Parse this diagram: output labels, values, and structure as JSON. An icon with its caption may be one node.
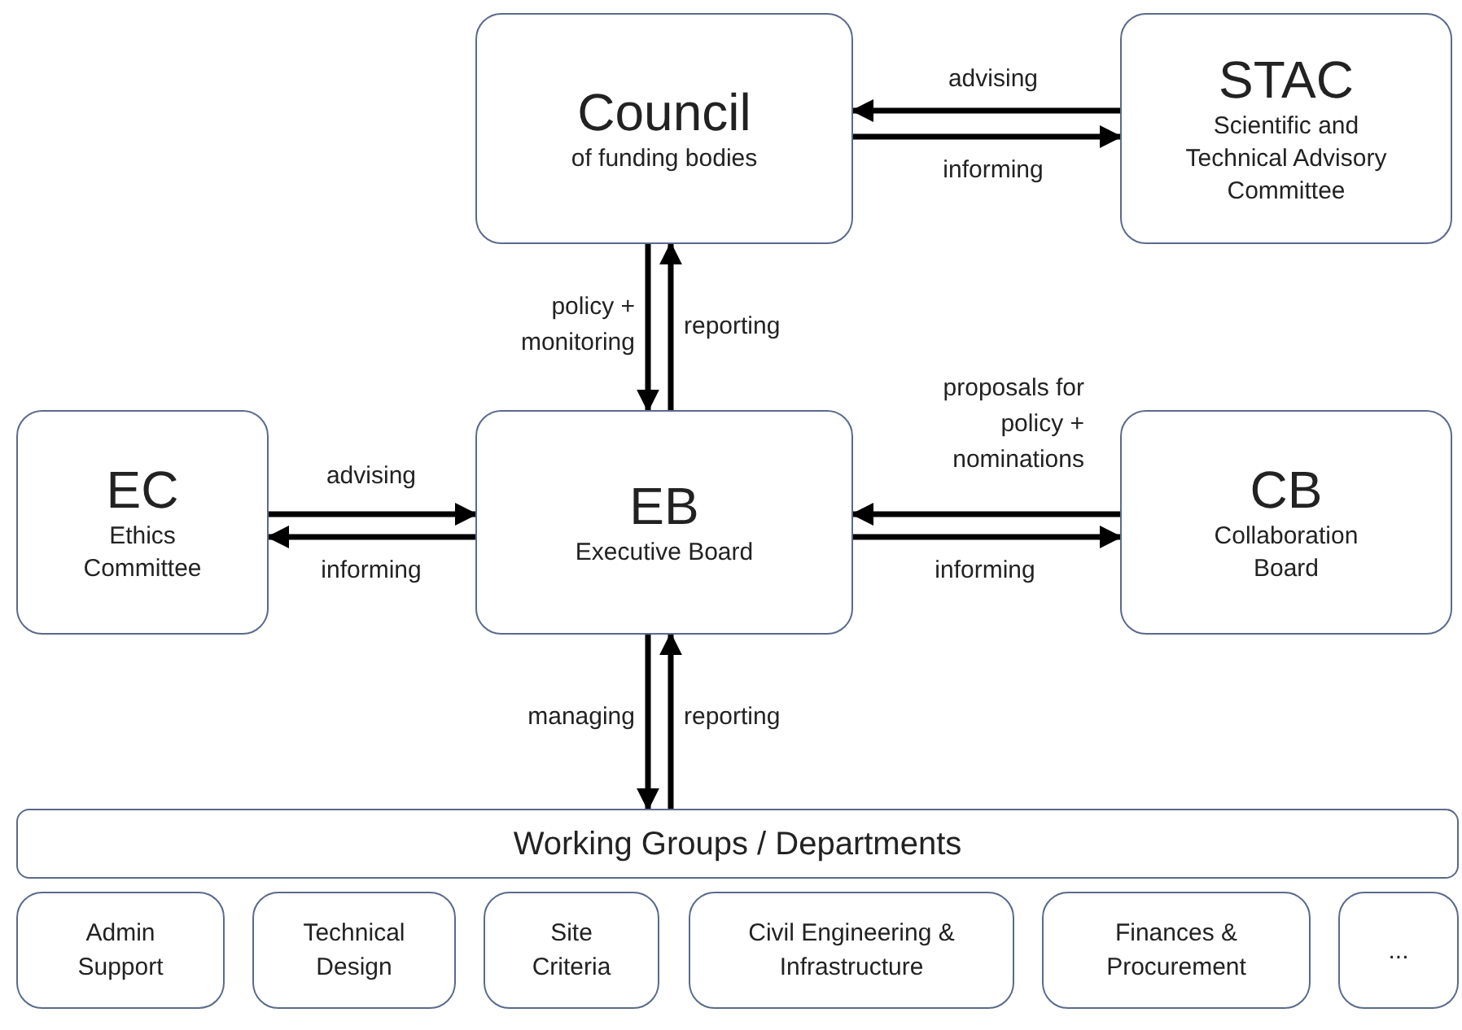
{
  "diagram": {
    "nodes": [
      {
        "text": [
          "Council",
          "of funding bodies"
        ]
      },
      {
        "text": [
          "STAC",
          "Scientific and Technical Advisory Committee"
        ]
      },
      {
        "text": [
          "EC",
          "Ethics Committee"
        ]
      },
      {
        "text": [
          "EB",
          "Executive Board"
        ]
      },
      {
        "text": [
          "CB",
          "Collaboration Board"
        ]
      },
      {
        "text": [
          "Working Groups / Departments"
        ]
      },
      {
        "text": [
          "Admin Support"
        ]
      },
      {
        "text": [
          "Technical Design"
        ]
      },
      {
        "text": [
          "Site Criteria"
        ]
      },
      {
        "text": [
          "Civil Engineering & Infrastructure"
        ]
      },
      {
        "text": [
          "Finances & Procurement"
        ]
      },
      {
        "text": [
          "..."
        ]
      }
    ],
    "edges": [
      {
        "from": 1,
        "to": 0,
        "arrow": "to",
        "label": "advising"
      },
      {
        "from": 0,
        "to": 1,
        "arrow": "to",
        "label": "informing"
      },
      {
        "from": 0,
        "to": 3,
        "arrow": "to",
        "label": "policy + monitoring"
      },
      {
        "from": 3,
        "to": 0,
        "arrow": "to",
        "label": "reporting"
      },
      {
        "from": 2,
        "to": 3,
        "arrow": "to",
        "label": "advising"
      },
      {
        "from": 3,
        "to": 2,
        "arrow": "to",
        "label": "informing"
      },
      {
        "from": 4,
        "to": 3,
        "arrow": "to",
        "label": "proposals for policy + nominations"
      },
      {
        "from": 3,
        "to": 4,
        "arrow": "to",
        "label": "informing"
      },
      {
        "from": 3,
        "to": 5,
        "arrow": "to",
        "label": "managing"
      },
      {
        "from": 5,
        "to": 3,
        "arrow": "to",
        "label": "reporting"
      }
    ]
  }
}
